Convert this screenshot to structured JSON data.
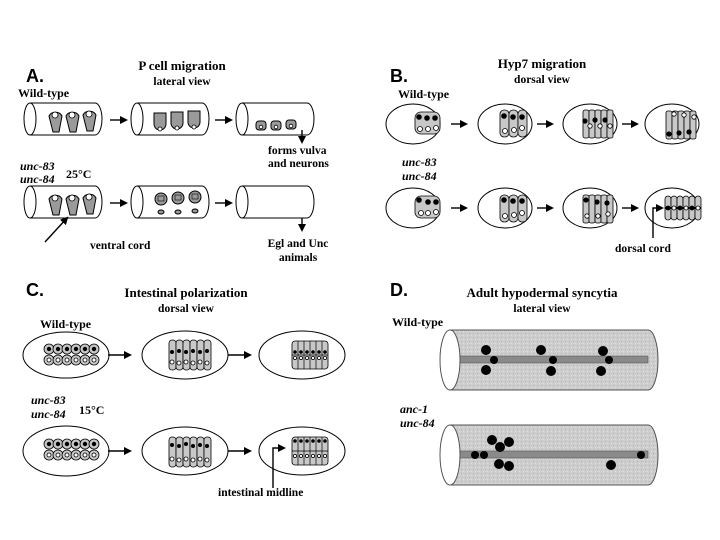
{
  "panels": {
    "A": {
      "label": "A.",
      "title": "P cell migration",
      "subtitle": "lateral view",
      "wildtype_label": "Wild-type",
      "mutant_label_1": "unc-83",
      "mutant_label_2": "unc-84",
      "temperature": "25°C",
      "outcome_wt_1": "forms vulva",
      "outcome_wt_2": "and neurons",
      "callout": "ventral cord",
      "outcome_mut_1": "Egl and Unc",
      "outcome_mut_2": "animals"
    },
    "B": {
      "label": "B.",
      "title": "Hyp7 migration",
      "subtitle": "dorsal view",
      "wildtype_label": "Wild-type",
      "mutant_label_1": "unc-83",
      "mutant_label_2": "unc-84",
      "callout": "dorsal cord"
    },
    "C": {
      "label": "C.",
      "title": "Intestinal polarization",
      "subtitle": "dorsal view",
      "wildtype_label": "Wild-type",
      "mutant_label_1": "unc-83",
      "mutant_label_2": "unc-84",
      "temperature": "15°C",
      "callout": "intestinal midline"
    },
    "D": {
      "label": "D.",
      "title": "Adult hypodermal syncytia",
      "subtitle": "lateral view",
      "wildtype_label": "Wild-type",
      "mutant_label_1": "anc-1",
      "mutant_label_2": "unc-84"
    }
  }
}
